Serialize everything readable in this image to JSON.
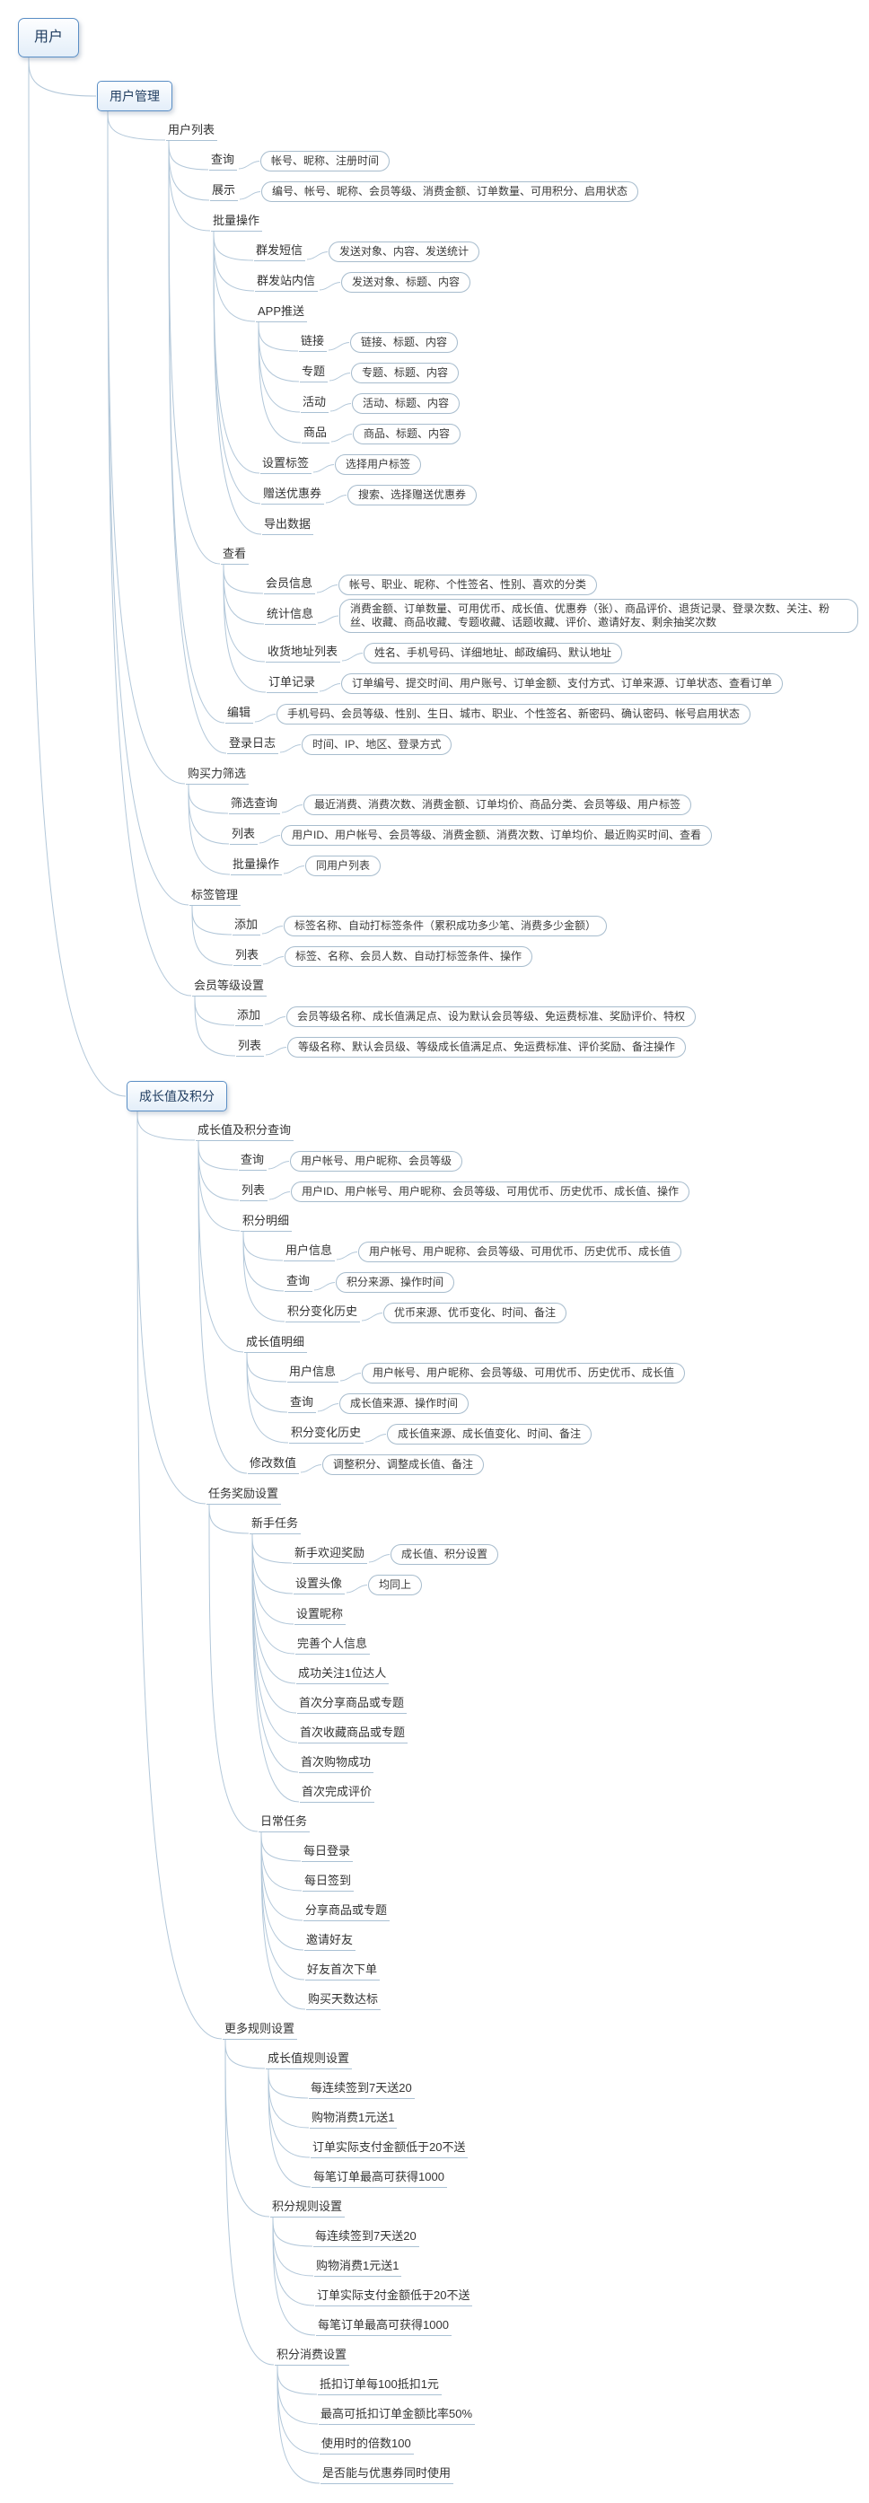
{
  "colors": {
    "connector": "#b2c7d9",
    "box_border": "#5a8ec5",
    "box_fill_top": "#fdfeff",
    "box_fill_bottom": "#e3eef9",
    "underline": "#aac1d4",
    "capsule_border": "#a7bccd",
    "text": "#333333"
  },
  "root": {
    "label": "用户",
    "type": "root",
    "children": [
      {
        "label": "用户管理",
        "type": "topic",
        "children": [
          {
            "label": "用户列表",
            "children": [
              {
                "label": "查询",
                "detail": "帐号、昵称、注册时间"
              },
              {
                "label": "展示",
                "detail": "编号、帐号、昵称、会员等级、消费金额、订单数量、可用积分、启用状态"
              },
              {
                "label": "批量操作",
                "children": [
                  {
                    "label": "群发短信",
                    "detail": "发送对象、内容、发送统计"
                  },
                  {
                    "label": "群发站内信",
                    "detail": "发送对象、标题、内容"
                  },
                  {
                    "label": "APP推送",
                    "children": [
                      {
                        "label": "链接",
                        "detail": "链接、标题、内容"
                      },
                      {
                        "label": "专题",
                        "detail": "专题、标题、内容"
                      },
                      {
                        "label": "活动",
                        "detail": "活动、标题、内容"
                      },
                      {
                        "label": "商品",
                        "detail": "商品、标题、内容"
                      }
                    ]
                  },
                  {
                    "label": "设置标签",
                    "detail": "选择用户标签"
                  },
                  {
                    "label": "赠送优惠券",
                    "detail": "搜索、选择赠送优惠券"
                  },
                  {
                    "label": "导出数据"
                  }
                ]
              },
              {
                "label": "查看",
                "children": [
                  {
                    "label": "会员信息",
                    "detail": "帐号、职业、昵称、个性签名、性别、喜欢的分类"
                  },
                  {
                    "label": "统计信息",
                    "detail": "消费金额、订单数量、可用优币、成长值、优惠券（张）、商品评价、退货记录、登录次数、关注、粉丝、收藏、商品收藏、专题收藏、话题收藏、评价、邀请好友、剩余抽奖次数"
                  },
                  {
                    "label": "收货地址列表",
                    "detail": "姓名、手机号码、详细地址、邮政编码、默认地址"
                  },
                  {
                    "label": "订单记录",
                    "detail": "订单编号、提交时间、用户账号、订单金额、支付方式、订单来源、订单状态、查看订单"
                  }
                ]
              },
              {
                "label": "编辑",
                "detail": "手机号码、会员等级、性别、生日、城市、职业、个性签名、新密码、确认密码、帐号启用状态"
              },
              {
                "label": "登录日志",
                "detail": "时间、IP、地区、登录方式"
              }
            ]
          },
          {
            "label": "购买力筛选",
            "children": [
              {
                "label": "筛选查询",
                "detail": "最近消费、消费次数、消费金额、订单均价、商品分类、会员等级、用户标签"
              },
              {
                "label": "列表",
                "detail": "用户ID、用户帐号、会员等级、消费金额、消费次数、订单均价、最近购买时间、查看"
              },
              {
                "label": "批量操作",
                "detail": "同用户列表"
              }
            ]
          },
          {
            "label": "标签管理",
            "children": [
              {
                "label": "添加",
                "detail": "标签名称、自动打标签条件（累积成功多少笔、消费多少金额）"
              },
              {
                "label": "列表",
                "detail": "标签、名称、会员人数、自动打标签条件、操作"
              }
            ]
          },
          {
            "label": "会员等级设置",
            "children": [
              {
                "label": "添加",
                "detail": "会员等级名称、成长值满足点、设为默认会员等级、免运费标准、奖励评价、特权"
              },
              {
                "label": "列表",
                "detail": "等级名称、默认会员级、等级成长值满足点、免运费标准、评价奖励、备注操作"
              }
            ]
          }
        ]
      },
      {
        "label": "成长值及积分",
        "type": "topic",
        "children": [
          {
            "label": "成长值及积分查询",
            "children": [
              {
                "label": "查询",
                "detail": "用户帐号、用户昵称、会员等级"
              },
              {
                "label": "列表",
                "detail": "用户ID、用户帐号、用户昵称、会员等级、可用优币、历史优币、成长值、操作"
              },
              {
                "label": "积分明细",
                "children": [
                  {
                    "label": "用户信息",
                    "detail": "用户帐号、用户昵称、会员等级、可用优币、历史优币、成长值"
                  },
                  {
                    "label": "查询",
                    "detail": "积分来源、操作时间"
                  },
                  {
                    "label": "积分变化历史",
                    "detail": "优币来源、优币变化、时间、备注"
                  }
                ]
              },
              {
                "label": "成长值明细",
                "children": [
                  {
                    "label": "用户信息",
                    "detail": "用户帐号、用户昵称、会员等级、可用优币、历史优币、成长值"
                  },
                  {
                    "label": "查询",
                    "detail": "成长值来源、操作时间"
                  },
                  {
                    "label": "积分变化历史",
                    "detail": "成长值来源、成长值变化、时间、备注"
                  }
                ]
              },
              {
                "label": "修改数值",
                "detail": "调整积分、调整成长值、备注"
              }
            ]
          },
          {
            "label": "任务奖励设置",
            "children": [
              {
                "label": "新手任务",
                "children": [
                  {
                    "label": "新手欢迎奖励",
                    "detail": "成长值、积分设置"
                  },
                  {
                    "label": "设置头像",
                    "detail": "均同上"
                  },
                  {
                    "label": "设置昵称"
                  },
                  {
                    "label": "完善个人信息"
                  },
                  {
                    "label": "成功关注1位达人"
                  },
                  {
                    "label": "首次分享商品或专题"
                  },
                  {
                    "label": "首次收藏商品或专题"
                  },
                  {
                    "label": "首次购物成功"
                  },
                  {
                    "label": "首次完成评价"
                  }
                ]
              },
              {
                "label": "日常任务",
                "children": [
                  {
                    "label": "每日登录"
                  },
                  {
                    "label": "每日签到"
                  },
                  {
                    "label": "分享商品或专题"
                  },
                  {
                    "label": "邀请好友"
                  },
                  {
                    "label": "好友首次下单"
                  },
                  {
                    "label": "购买天数达标"
                  }
                ]
              }
            ]
          },
          {
            "label": "更多规则设置",
            "children": [
              {
                "label": "成长值规则设置",
                "children": [
                  {
                    "label": "每连续签到7天送20"
                  },
                  {
                    "label": "购物消费1元送1"
                  },
                  {
                    "label": "订单实际支付金额低于20不送"
                  },
                  {
                    "label": "每笔订单最高可获得1000"
                  }
                ]
              },
              {
                "label": "积分规则设置",
                "children": [
                  {
                    "label": "每连续签到7天送20"
                  },
                  {
                    "label": "购物消费1元送1"
                  },
                  {
                    "label": "订单实际支付金额低于20不送"
                  },
                  {
                    "label": "每笔订单最高可获得1000"
                  }
                ]
              },
              {
                "label": "积分消费设置",
                "children": [
                  {
                    "label": "抵扣订单每100抵扣1元"
                  },
                  {
                    "label": "最高可抵扣订单金额比率50%"
                  },
                  {
                    "label": "使用时的倍数100"
                  },
                  {
                    "label": "是否能与优惠券同时使用"
                  }
                ]
              }
            ]
          }
        ]
      }
    ]
  }
}
